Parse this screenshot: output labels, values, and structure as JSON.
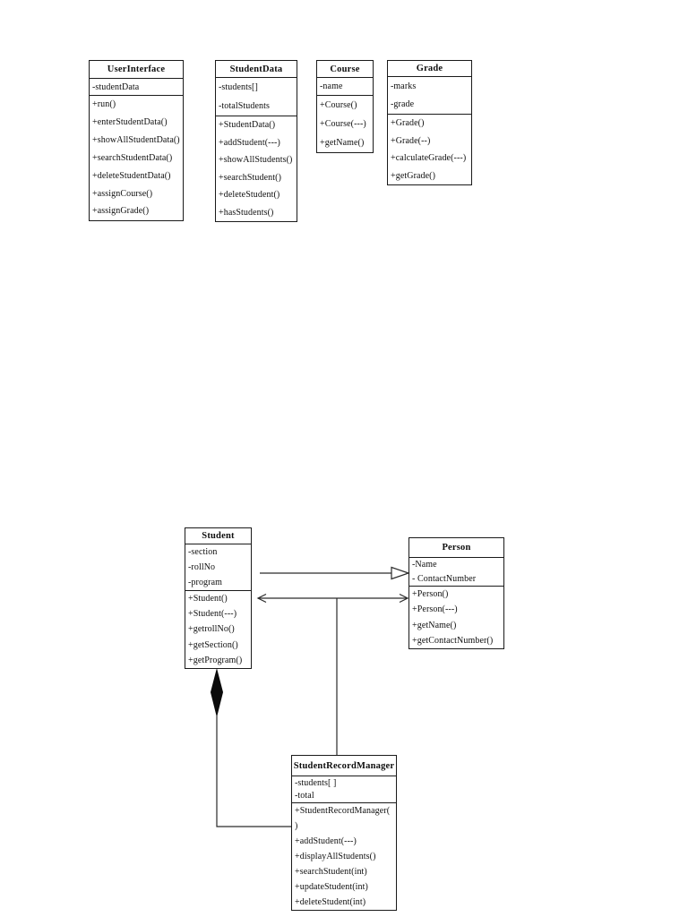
{
  "page": {
    "background_color": "#ffffff",
    "ink_color": "#1a1a1a"
  },
  "diagram": {
    "classes": [
      {
        "name": "UserInterface",
        "attributes": [
          "-studentData"
        ],
        "methods": [
          "+run()",
          "+enterStudentData()",
          "+showAllStudentData()",
          "+searchStudentData()",
          "+deleteStudentData()",
          "+assignCourse()",
          "+assignGrade()"
        ]
      },
      {
        "name": "StudentData",
        "attributes": [
          "-students[]",
          "-totalStudents"
        ],
        "methods": [
          "+StudentData()",
          "+addStudent(---)",
          "+showAllStudents()",
          "+searchStudent()",
          "+deleteStudent()",
          "+hasStudents()"
        ]
      },
      {
        "name": "Course",
        "attributes": [
          "-name"
        ],
        "methods": [
          "+Course()",
          "+Course(---)",
          "+getName()"
        ]
      },
      {
        "name": "Grade",
        "attributes": [
          "-marks",
          "-grade"
        ],
        "methods": [
          "+Grade()",
          "+Grade(--)",
          "+calculateGrade(---)",
          "+getGrade()"
        ]
      },
      {
        "name": "Student",
        "attributes": [
          "-section",
          "-rollNo",
          "-program"
        ],
        "methods": [
          "+Student()",
          "+Student(---)",
          "+getrollNo()",
          "+getSection()",
          "+getProgram()"
        ]
      },
      {
        "name": "Person",
        "attributes": [
          "-Name",
          "- ContactNumber"
        ],
        "methods": [
          "+Person()",
          "+Person(---)",
          "+getName()",
          "+getContactNumber()"
        ]
      },
      {
        "name": "StudentRecordManager",
        "attributes": [
          "-students[ ]",
          "-total"
        ],
        "methods": [
          "+StudentRecordManager(",
          ")",
          "+addStudent(---)",
          "+displayAllStudents()",
          "+searchStudent(int)",
          "+updateStudent(int)",
          "+deleteStudent(int)"
        ]
      }
    ],
    "relationships": [
      {
        "type": "generalization",
        "from": "Student",
        "to": "Person",
        "marker": "hollow-triangle-at-Person"
      },
      {
        "type": "association",
        "ends": [
          "Student",
          "Person"
        ],
        "marker": "open-arrowheads-both-ends",
        "branch_to": "StudentRecordManager"
      },
      {
        "type": "composition",
        "whole_end_diamond_at": "Student",
        "other_end": "StudentRecordManager",
        "marker": "filled-diamond"
      }
    ]
  }
}
